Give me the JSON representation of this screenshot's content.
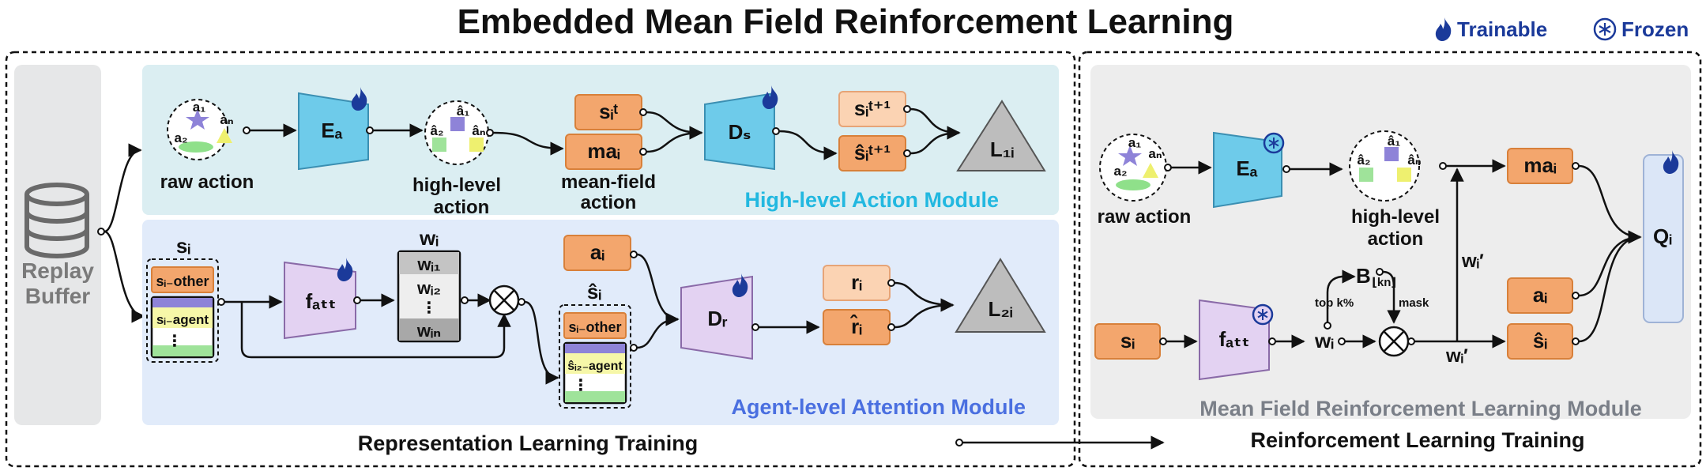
{
  "title": "Embedded Mean Field Reinforcement Learning",
  "legend": {
    "trainable": "Trainable",
    "frozen": "Frozen"
  },
  "colors": {
    "highlevel_bg": "#dbeef2",
    "agentlevel_bg": "#e1ebfa",
    "replay_bg": "#e6e7e8",
    "rl_bg": "#ededed",
    "encoder_blue": "#6ecbea",
    "attention_purple": "#e3d2f2",
    "orange_box": "#f3a66d",
    "light_orange_box": "#fbd3b3",
    "triangle_gray": "#bdbdbd",
    "highlevel_title": "#22b8e0",
    "agentlevel_title": "#4a6fe0",
    "icon_blue": "#1b3a9a"
  },
  "replay": {
    "line1": "Replay",
    "line2": "Buffer"
  },
  "high_level": {
    "title": "High-level Action Module",
    "raw_action": "raw action",
    "a1": "a₁",
    "a2": "a₂",
    "an": "aₙ",
    "encoder": "Eₐ",
    "high_level_action_1": "high-level",
    "high_level_action_2": "action",
    "a1_hat": "â₁",
    "a2_hat": "â₂",
    "an_hat": "âₙ",
    "s_i_t": "sᵢᵗ",
    "ma_i": "maᵢ",
    "mean_field_1": "mean-field",
    "mean_field_2": "action",
    "decoder": "Dₛ",
    "s_i_t1": "sᵢᵗ⁺¹",
    "s_i_t1_hat": "ŝᵢᵗ⁺¹",
    "loss": "L₁ᵢ"
  },
  "agent_level": {
    "title": "Agent-level Attention Module",
    "s_i": "sᵢ",
    "s_other": "sᵢ₋other",
    "s_agent": "sᵢ₋agent",
    "dots": "⋮",
    "f_att": "fₐₜₜ",
    "w_i": "wᵢ",
    "w_i1": "wᵢ₁",
    "w_i2": "wᵢ₂",
    "w_in": "wᵢₙ",
    "s_i_hat": "ŝᵢ",
    "s_i2_agent": "ŝᵢ₂₋agent",
    "a_i": "aᵢ",
    "decoder": "Dᵣ",
    "r_i": "rᵢ",
    "r_i_hat": "r̂ᵢ",
    "loss": "L₂ᵢ"
  },
  "left_caption": "Representation Learning Training",
  "rl": {
    "module_title": "Mean Field Reinforcement Learning Module",
    "caption": "Reinforcement Learning Training",
    "raw_action": "raw action",
    "a1": "a₁",
    "a2": "a₂",
    "an": "aₙ",
    "encoder": "Eₐ",
    "high_level_action_1": "high-level",
    "high_level_action_2": "action",
    "a1_hat": "â₁",
    "a2_hat": "â₂",
    "an_hat": "âₙ",
    "ma_i": "maᵢ",
    "a_i": "aᵢ",
    "s_i_hat": "ŝᵢ",
    "q": "Qᵢ",
    "s_i": "sᵢ",
    "f_att": "fₐₜₜ",
    "w_i": "wᵢ",
    "b": "B",
    "b_sub": "⌊kn⌋",
    "top_k": "top k%",
    "mask": "mask",
    "w_prime_up": "wᵢ′",
    "w_prime_right": "wᵢ′"
  }
}
